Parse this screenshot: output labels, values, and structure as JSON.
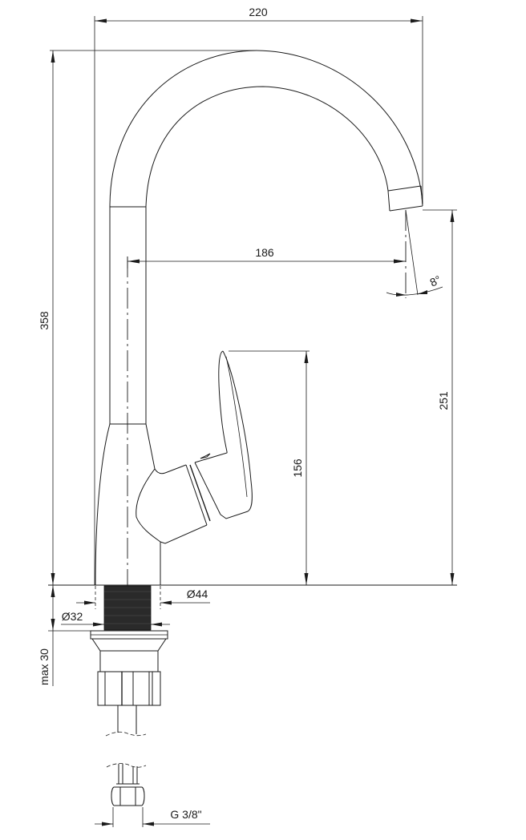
{
  "drawing": {
    "subject": "faucet technical drawing",
    "colors": {
      "line": "#1a1a1a",
      "thread_fill": "#2a2a2a",
      "background": "#ffffff"
    },
    "dimensions": {
      "overall_width": "220",
      "overall_height": "358",
      "spout_reach": "186",
      "spout_angle": "8°",
      "spout_height": "251",
      "lever_height": "156",
      "body_diameter": "Ø44",
      "mount_thread_diameter": "Ø32",
      "max_deck_thickness": "max 30",
      "connection_thread": "G 3/8\""
    }
  }
}
